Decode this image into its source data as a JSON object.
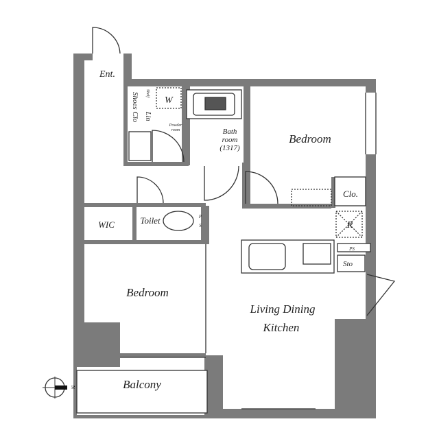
{
  "rooms": {
    "entrance": "Ent.",
    "shoes_closet": "Shoes Clo",
    "shelf": "Shelf",
    "washer": "W",
    "linen": "Lin",
    "powder_room": [
      "Powder",
      "room"
    ],
    "bathroom": [
      "Bath",
      "room",
      "(1317)"
    ],
    "bedroom_1": "Bedroom",
    "closet": "Clo.",
    "refrigerator": "R",
    "pipe_space_1": "PS",
    "storage": "Sto",
    "wic": "WIC",
    "toilet": "Toilet",
    "pipe_space_2": [
      "P",
      "S"
    ],
    "bedroom_2": "Bedroom",
    "ldk": [
      "Living Dining",
      "Kitchen"
    ],
    "balcony": "Balcony"
  },
  "compass": {
    "north_label": "N"
  },
  "colors": {
    "wall": "#7b7b7b",
    "line": "#333333",
    "background": "#ffffff"
  }
}
